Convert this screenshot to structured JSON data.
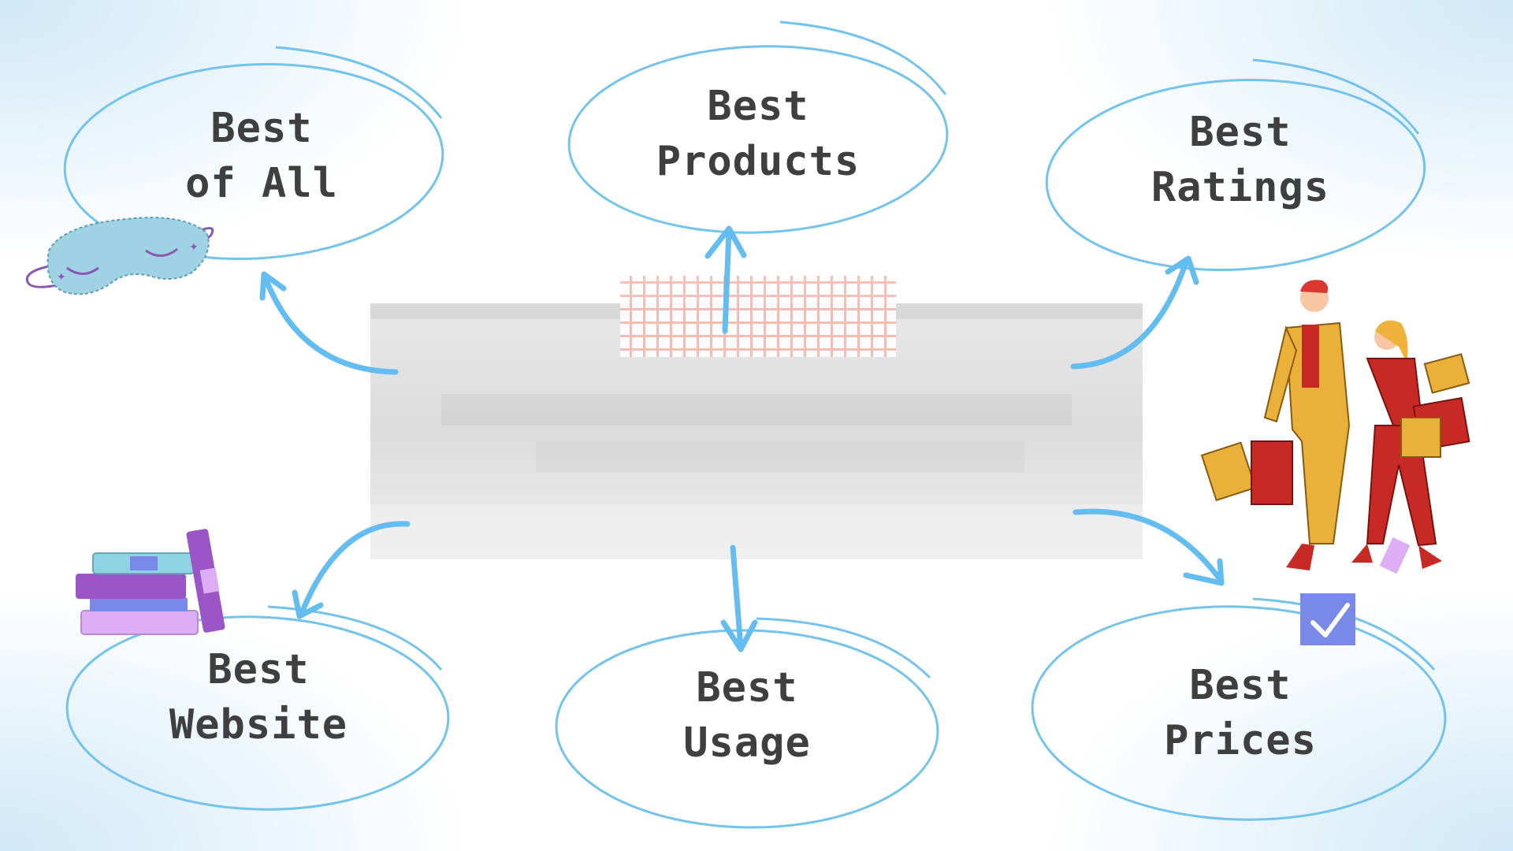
{
  "colors": {
    "ellipse": "#74c3ec",
    "arrow": "#64bdf0",
    "text": "#3f3f3f",
    "wash": "#d9d9d9",
    "grid": "#f6b8ad"
  },
  "nodes": [
    {
      "id": "best-of-all",
      "line1": "Best",
      "line2": "of All"
    },
    {
      "id": "best-products",
      "line1": "Best",
      "line2": "Products"
    },
    {
      "id": "best-ratings",
      "line1": "Best",
      "line2": "Ratings"
    },
    {
      "id": "best-website",
      "line1": "Best",
      "line2": "Website"
    },
    {
      "id": "best-usage",
      "line1": "Best",
      "line2": "Usage"
    },
    {
      "id": "best-prices",
      "line1": "Best",
      "line2": "Prices"
    }
  ],
  "icons": [
    "sleep-mask-icon",
    "book-stack-icon",
    "shopping-couple-icon",
    "checkbox-icon",
    "grid-tape-icon"
  ]
}
